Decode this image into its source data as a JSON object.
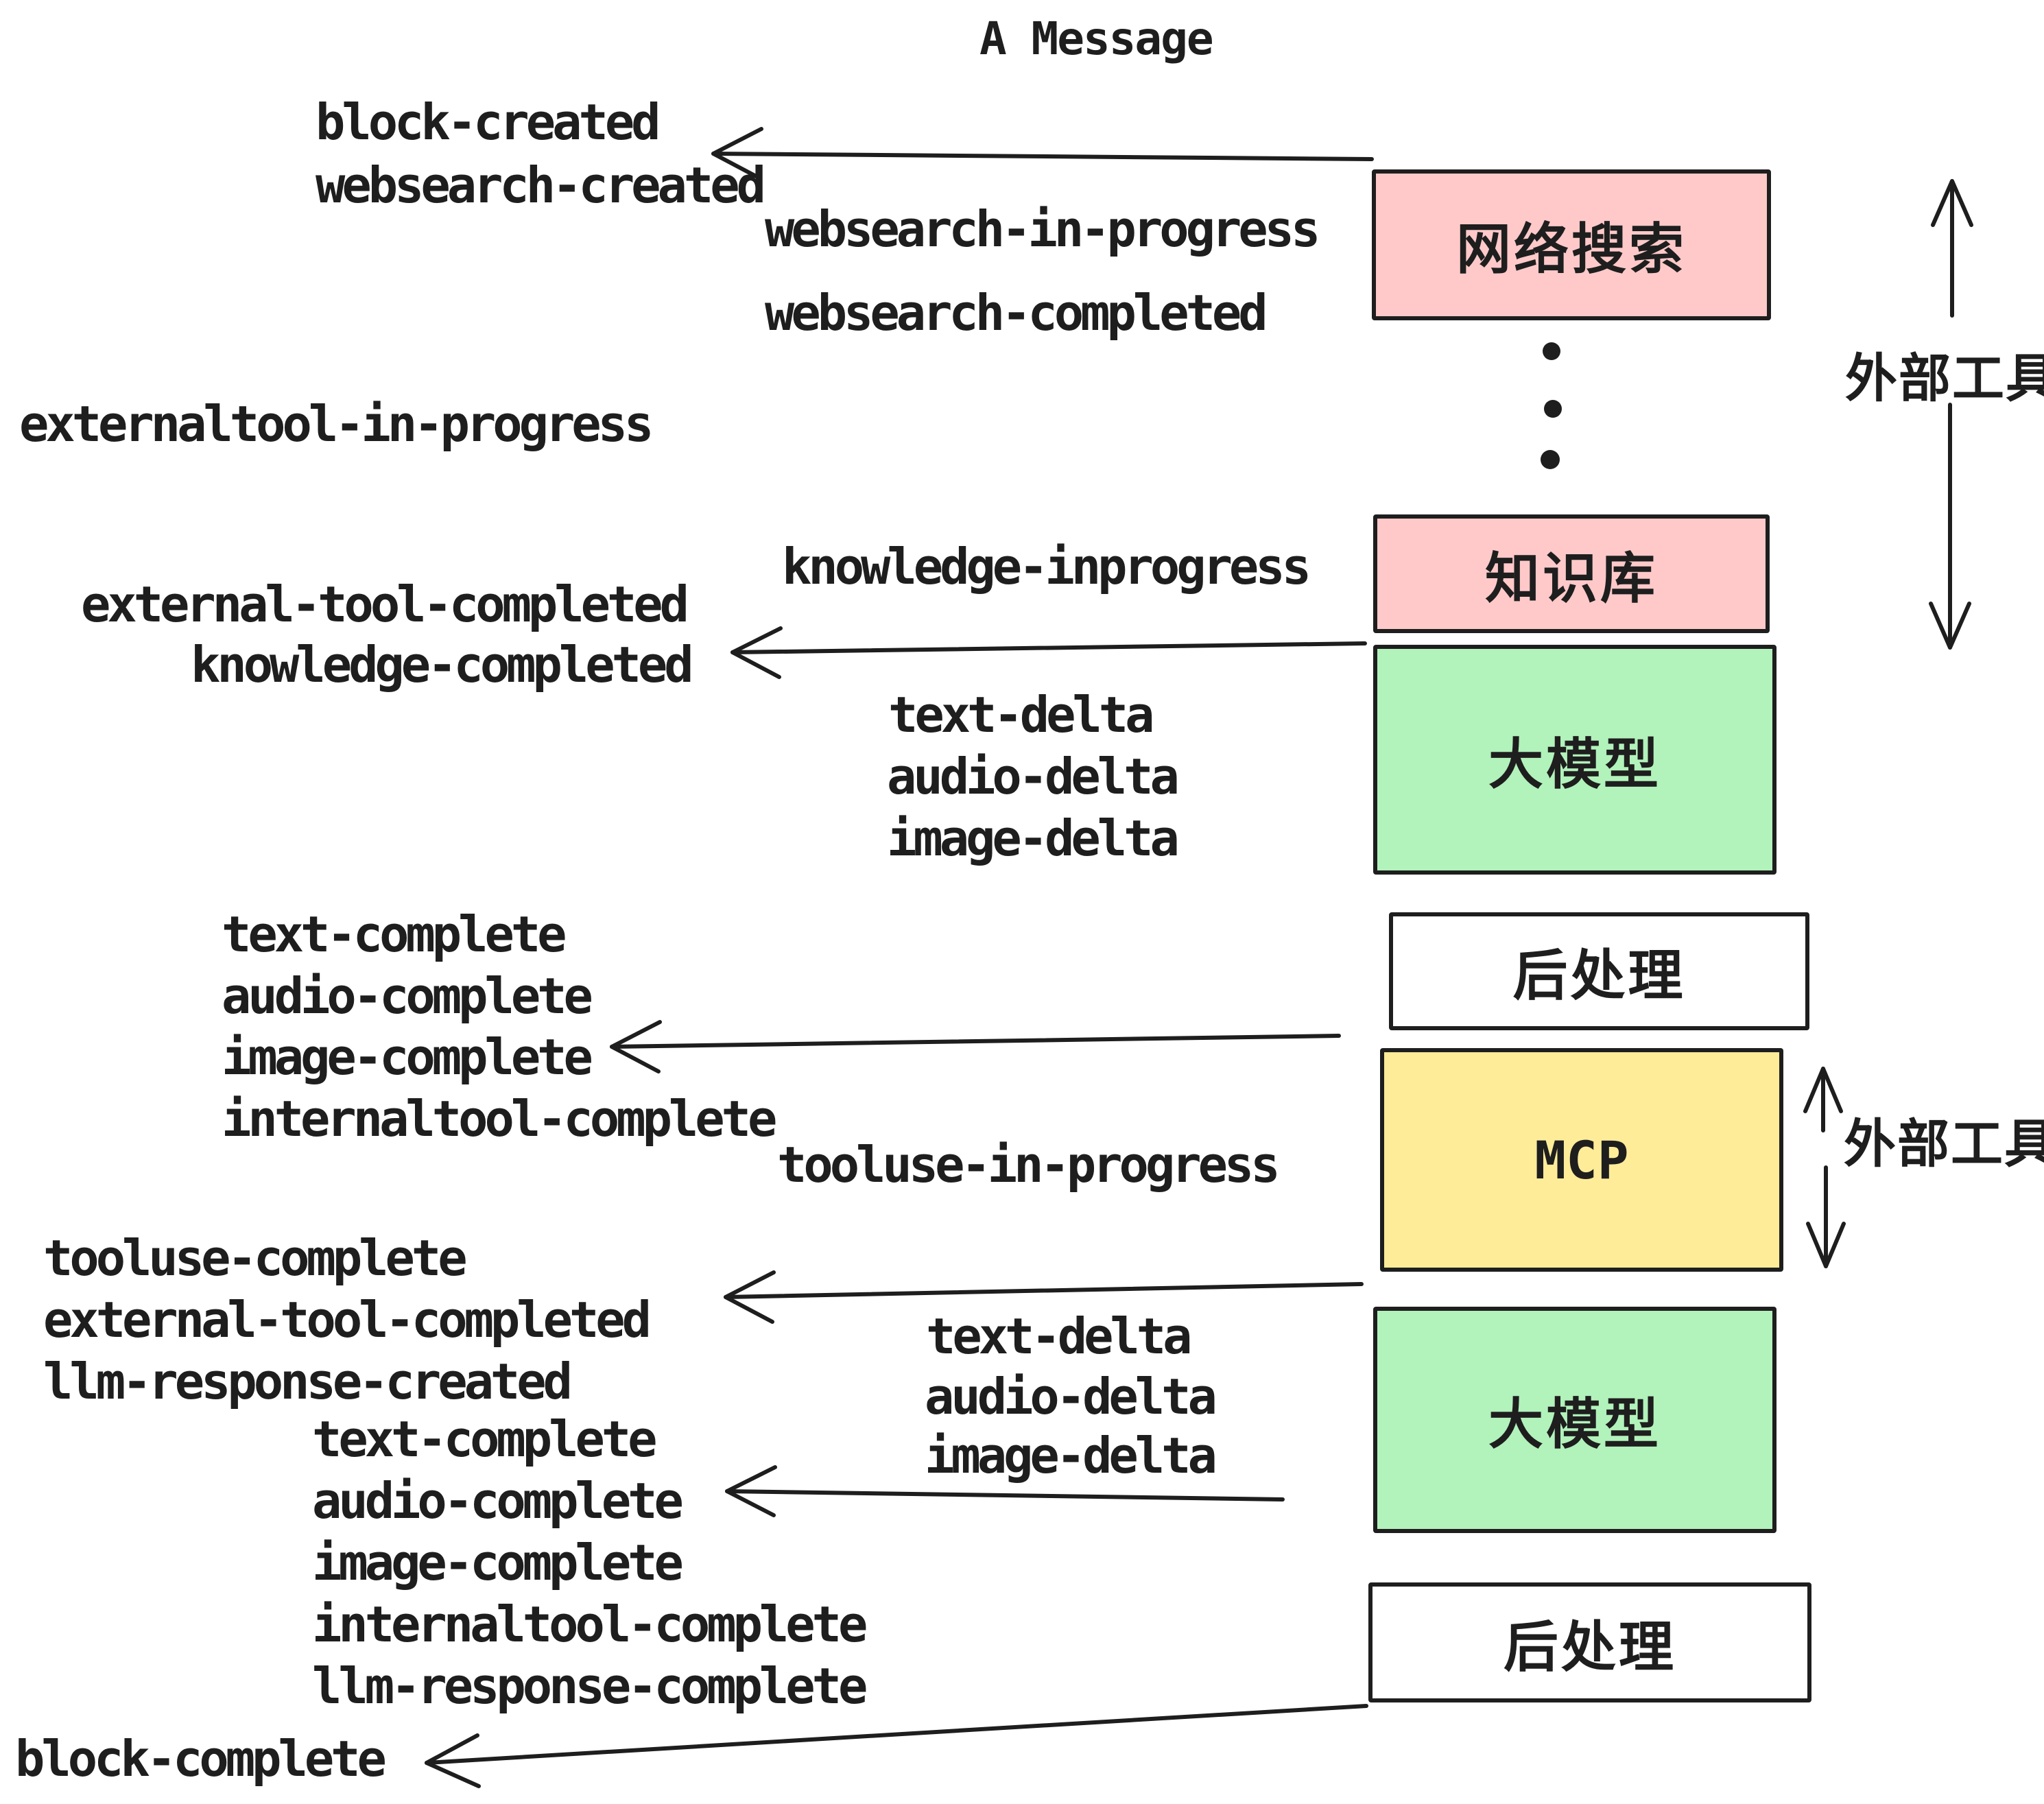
{
  "title": "A Message",
  "boxes": [
    {
      "id": "websearch",
      "label": "网络搜索",
      "color": "#ffc9c9"
    },
    {
      "id": "knowledge",
      "label": "知识库",
      "color": "#ffc9c9"
    },
    {
      "id": "llm-1",
      "label": "大模型",
      "color": "#b2f2bb"
    },
    {
      "id": "postprocess-1",
      "label": "后处理",
      "color": "#ffffff"
    },
    {
      "id": "mcp",
      "label": "MCP",
      "color": "#ffec99"
    },
    {
      "id": "llm-2",
      "label": "大模型",
      "color": "#b2f2bb"
    },
    {
      "id": "postprocess-2",
      "label": "后处理",
      "color": "#ffffff"
    }
  ],
  "side_labels": {
    "external_tool_top": "外部工具",
    "external_tool_bottom": "外部工具"
  },
  "events": [
    {
      "label": "block-created"
    },
    {
      "label": "websearch-created"
    },
    {
      "label": "websearch-in-progress"
    },
    {
      "label": "websearch-completed"
    },
    {
      "label": "externaltool-in-progress"
    },
    {
      "label": "knowledge-inprogress"
    },
    {
      "label": "external-tool-completed"
    },
    {
      "label": "knowledge-completed"
    },
    {
      "label": "text-delta"
    },
    {
      "label": "audio-delta"
    },
    {
      "label": "image-delta"
    },
    {
      "label": "text-complete"
    },
    {
      "label": "audio-complete"
    },
    {
      "label": "image-complete"
    },
    {
      "label": "internaltool-complete"
    },
    {
      "label": "tooluse-in-progress"
    },
    {
      "label": "tooluse-complete"
    },
    {
      "label": "external-tool-completed"
    },
    {
      "label": "llm-response-created"
    },
    {
      "label": "text-complete"
    },
    {
      "label": "audio-complete"
    },
    {
      "label": "image-complete"
    },
    {
      "label": "internaltool-complete"
    },
    {
      "label": "llm-response-complete"
    },
    {
      "label": "text-delta"
    },
    {
      "label": "audio-delta"
    },
    {
      "label": "image-delta"
    },
    {
      "label": "block-complete"
    }
  ],
  "colors": {
    "box_pink": "#ffc9c9",
    "box_green": "#b2f2bb",
    "box_yellow": "#ffec99",
    "box_white": "#ffffff",
    "stroke": "#1e1e1e",
    "background": "#ffffff"
  }
}
